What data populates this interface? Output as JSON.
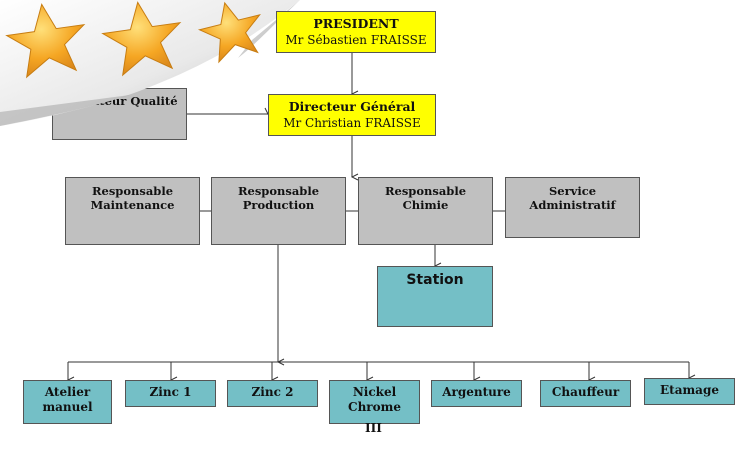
{
  "corner": {
    "stars": 3,
    "star_color": "#f5a623",
    "label_fragment": "nateur Qualité"
  },
  "president": {
    "title": "PRESIDENT",
    "name": "Mr Sébastien FRAISSE"
  },
  "director": {
    "title": "Directeur Général",
    "name": "Mr Christian FRAISSE"
  },
  "managers": [
    {
      "line1": "Responsable",
      "line2": "Maintenance"
    },
    {
      "line1": "Responsable",
      "line2": "Production"
    },
    {
      "line1": "Responsable",
      "line2": "Chimie"
    },
    {
      "line1": "Service",
      "line2": "Administratif"
    }
  ],
  "station": "Station",
  "workshops": [
    {
      "line1": "Atelier",
      "line2": "manuel"
    },
    {
      "line1": "Zinc 1"
    },
    {
      "line1": "Zinc 2"
    },
    {
      "line1": "Nickel",
      "line2": "Chrome",
      "line3": "III"
    },
    {
      "line1": "Argenture"
    },
    {
      "line1": "Chauffeur"
    },
    {
      "line1": "Etamage"
    }
  ],
  "colors": {
    "yellow": "#ffff00",
    "gray": "#c0c0c0",
    "teal": "#74bfc6",
    "line": "#333333"
  }
}
